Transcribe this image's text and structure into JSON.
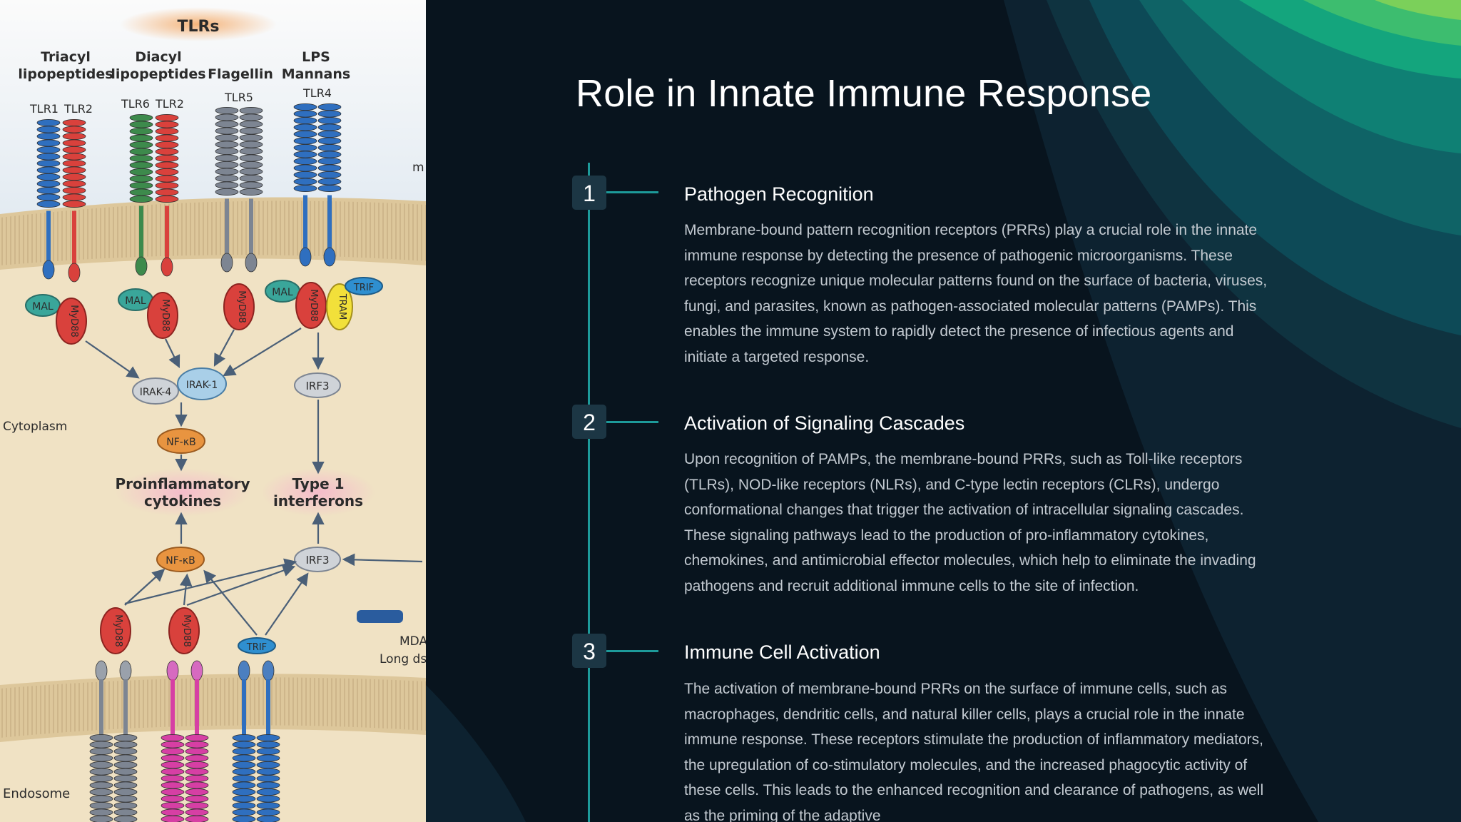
{
  "slide": {
    "title": "Role in Innate Immune Response",
    "steps": [
      {
        "number": "1",
        "title": "Pathogen Recognition",
        "body": "Membrane-bound pattern recognition receptors (PRRs) play a crucial role in the innate immune response by detecting the presence of pathogenic microorganisms. These receptors recognize unique molecular patterns found on the surface of bacteria, viruses, fungi, and parasites, known as pathogen-associated molecular patterns (PAMPs). This enables the immune system to rapidly detect the presence of infectious agents and initiate a targeted response."
      },
      {
        "number": "2",
        "title": "Activation of Signaling Cascades",
        "body": "Upon recognition of PAMPs, the membrane-bound PRRs, such as Toll-like receptors (TLRs), NOD-like receptors (NLRs), and C-type lectin receptors (CLRs), undergo conformational changes that trigger the activation of intracellular signaling cascades. These signaling pathways lead to the production of pro-inflammatory cytokines, chemokines, and antimicrobial effector molecules, which help to eliminate the invading pathogens and recruit additional immune cells to the site of infection."
      },
      {
        "number": "3",
        "title": "Immune Cell Activation",
        "body": "The activation of membrane-bound PRRs on the surface of immune cells, such as macrophages, dendritic cells, and natural killer cells, plays a crucial role in the innate immune response. These receptors stimulate the production of inflammatory mediators, the upregulation of co-stimulatory molecules, and the increased phagocytic activity of these cells. This leads to the enhanced recognition and clearance of pathogens, as well as the priming of the adaptive"
      }
    ]
  },
  "diagram": {
    "header": "TLRs",
    "ligands": {
      "triacyl": [
        "Triacyl",
        "lipopeptides"
      ],
      "diacyl": [
        "Diacyl",
        "lipopeptides"
      ],
      "flagellin": "Flagellin",
      "lps": [
        "LPS",
        "Mannans"
      ]
    },
    "receptors": {
      "tlr1": "TLR1",
      "tlr2a": "TLR2",
      "tlr6": "TLR6",
      "tlr2b": "TLR2",
      "tlr5": "TLR5",
      "tlr4": "TLR4"
    },
    "adaptors": {
      "mal": "MAL",
      "myd88": "MyD88",
      "trif": "TRIF",
      "tram": "TRAM"
    },
    "kinases": {
      "irak4": "IRAK-4",
      "irak1": "IRAK-1"
    },
    "factors": {
      "irf3": "IRF3",
      "nfkb": "NF-κB"
    },
    "outcomes": {
      "proinflammatory": [
        "Proinflammatory",
        "cytokines"
      ],
      "interferons": [
        "Type 1",
        "interferons"
      ]
    },
    "compartments": {
      "cytoplasm": "Cytoplasm",
      "endosome": "Endosome"
    },
    "cut_labels": {
      "m": "m",
      "mda": "MDA",
      "long": "Long ds"
    },
    "colors": {
      "membrane": "#d9c6a3",
      "tlr_blue": "#2f6fbf",
      "tlr_red": "#d9413c",
      "tlr_green": "#3d8a4c",
      "tlr_gray": "#7d8592",
      "tlr_pink": "#d63fa4",
      "mal": "#3aa69a",
      "irak": "#a9cfe8",
      "nfkb": "#e89440"
    }
  }
}
